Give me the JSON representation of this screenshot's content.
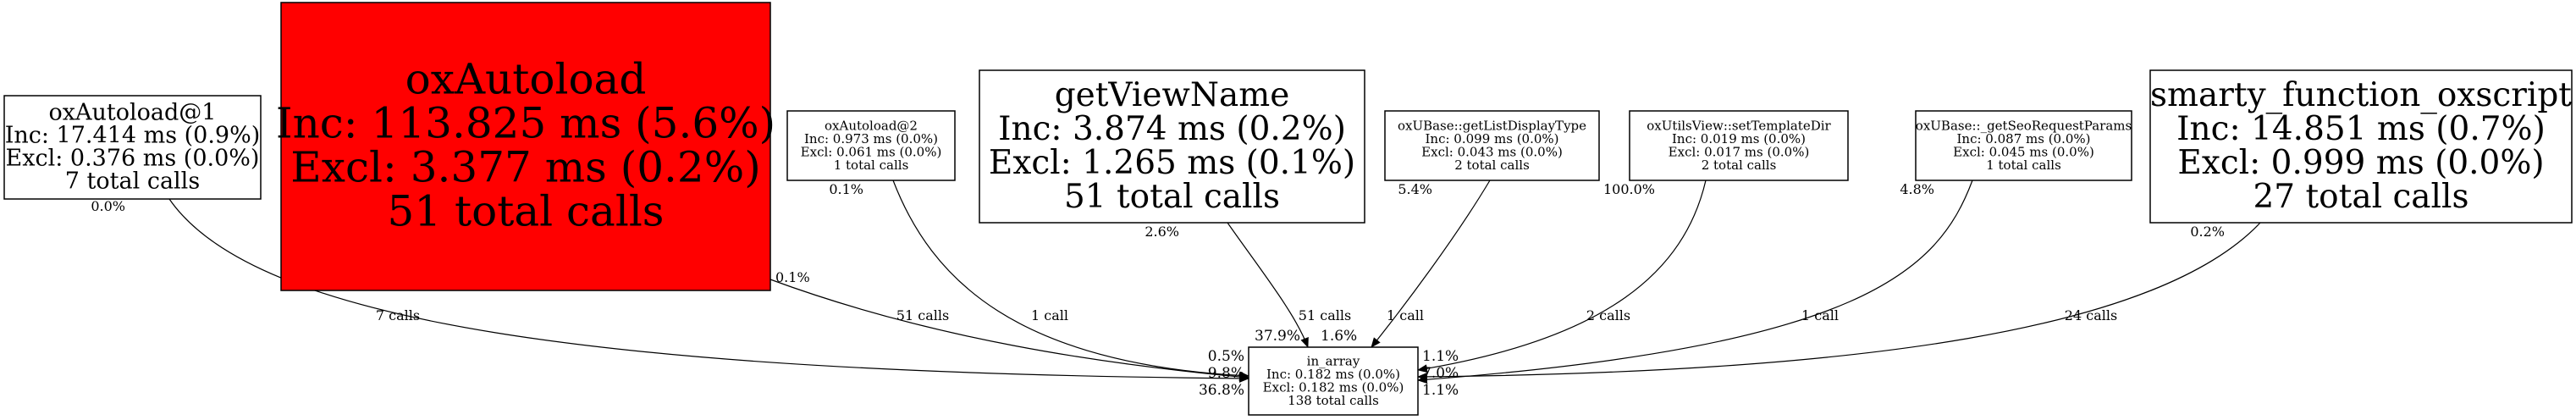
{
  "nodes": [
    {
      "id": "oxAutoload@1",
      "lines": [
        "oxAutoload@1",
        "Inc: 17.414 ms (0.9%)",
        "Excl: 0.376 ms (0.0%)",
        "7 total calls"
      ],
      "fill": "#ffffff"
    },
    {
      "id": "oxAutoload",
      "lines": [
        "oxAutoload",
        "Inc: 113.825 ms (5.6%)",
        "Excl: 3.377 ms (0.2%)",
        "51 total calls"
      ],
      "fill": "#ff0000"
    },
    {
      "id": "oxAutoload@2",
      "lines": [
        "oxAutoload@2",
        "Inc: 0.973 ms (0.0%)",
        "Excl: 0.061 ms (0.0%)",
        "1 total calls"
      ],
      "fill": "#ffffff"
    },
    {
      "id": "getViewName",
      "lines": [
        "getViewName",
        "Inc: 3.874 ms (0.2%)",
        "Excl: 1.265 ms (0.1%)",
        "51 total calls"
      ],
      "fill": "#ffffff"
    },
    {
      "id": "oxUBase::getListDisplayType",
      "lines": [
        "oxUBase::getListDisplayType",
        "Inc: 0.099 ms (0.0%)",
        "Excl: 0.043 ms (0.0%)",
        "2 total calls"
      ],
      "fill": "#ffffff"
    },
    {
      "id": "oxUtilsView::setTemplateDir",
      "lines": [
        "oxUtilsView::setTemplateDir",
        "Inc: 0.019 ms (0.0%)",
        "Excl: 0.017 ms (0.0%)",
        "2 total calls"
      ],
      "fill": "#ffffff"
    },
    {
      "id": "oxUBase::_getSeoRequestParams",
      "lines": [
        "oxUBase::_getSeoRequestParams",
        "Inc: 0.087 ms (0.0%)",
        "Excl: 0.045 ms (0.0%)",
        "1 total calls"
      ],
      "fill": "#ffffff"
    },
    {
      "id": "smarty_function_oxscript",
      "lines": [
        "smarty_function_oxscript",
        "Inc: 14.851 ms (0.7%)",
        "Excl: 0.999 ms (0.0%)",
        "27 total calls"
      ],
      "fill": "#ffffff"
    },
    {
      "id": "in_array",
      "lines": [
        "in_array",
        "Inc: 0.182 ms (0.0%)",
        "Excl: 0.182 ms (0.0%)",
        "138 total calls"
      ],
      "fill": "#ffffff"
    }
  ],
  "edges": [
    {
      "from": "oxAutoload@1",
      "to": "in_array",
      "label": "7 calls",
      "src_pct": "0.0%",
      "dst_pct": "9.8%"
    },
    {
      "from": "oxAutoload",
      "to": "in_array",
      "label": "51 calls",
      "src_pct": "0.1%",
      "dst_pct": "36.8%"
    },
    {
      "from": "oxAutoload@2",
      "to": "in_array",
      "label": "1 call",
      "src_pct": "0.1%",
      "dst_pct": "0.5%"
    },
    {
      "from": "getViewName",
      "to": "in_array",
      "label": "51 calls",
      "src_pct": "2.6%",
      "dst_pct": "37.9%"
    },
    {
      "from": "oxUBase::getListDisplayType",
      "to": "in_array",
      "label": "1 call",
      "src_pct": "5.4%",
      "dst_pct": "1.6%"
    },
    {
      "from": "oxUtilsView::setTemplateDir",
      "to": "in_array",
      "label": "2 calls",
      "src_pct": "100.0%",
      "dst_pct": "1.1%"
    },
    {
      "from": "oxUBase::_getSeoRequestParams",
      "to": "in_array",
      "label": "1 call",
      "src_pct": "4.8%",
      "dst_pct": "1.1%"
    },
    {
      "from": "smarty_function_oxscript",
      "to": "in_array",
      "label": "24 calls",
      "src_pct": "0.2%",
      "dst_pct": "7.0%"
    }
  ]
}
